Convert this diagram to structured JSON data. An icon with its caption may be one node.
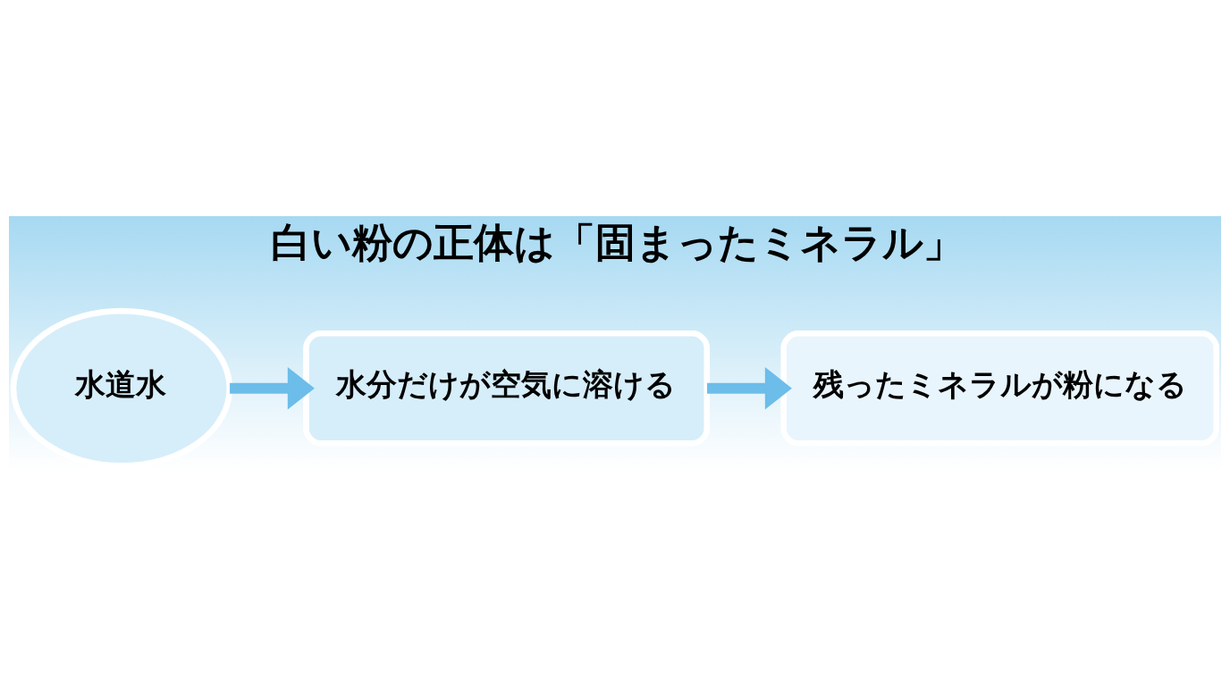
{
  "diagram": {
    "title": "白い粉の正体は「固まったミネラル」",
    "nodes": [
      {
        "text": [
          "水道水"
        ]
      },
      {
        "text": [
          "水分だけが空気に溶ける"
        ]
      },
      {
        "text": [
          "残ったミネラルが粉になる"
        ]
      }
    ],
    "edges": [
      {
        "from": 0,
        "to": 1,
        "arrow": "to"
      },
      {
        "from": 1,
        "to": 2,
        "arrow": "to"
      }
    ]
  }
}
